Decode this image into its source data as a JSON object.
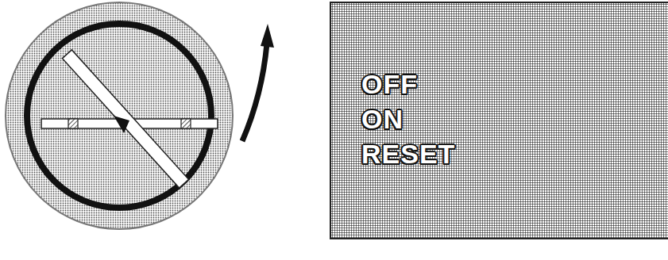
{
  "diagram": {
    "nodes": [
      {
        "text": [
          "OFF",
          "ON",
          "RESET"
        ]
      }
    ]
  }
}
